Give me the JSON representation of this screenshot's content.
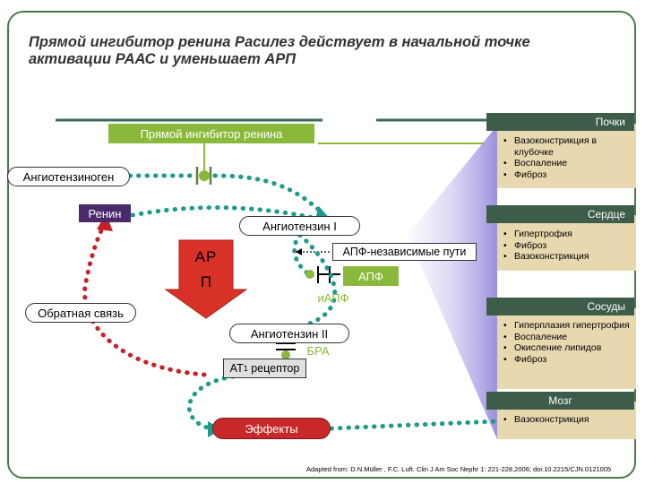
{
  "slide": {
    "title": "Прямой ингибитор ренина Расилез действует в начальной точке активации РААС и уменьшает АРП",
    "citation": "Adapted from: D.N.Müller , F.C. Luft. Clin J Am Soc Nephr 1: 221-228,2006; doi:10.2215/CJN.0121005"
  },
  "pathway": {
    "direct_inhibitor": "Прямой ингибитор ренина",
    "angiotensinogen": "Ангиотензиноген",
    "renin": "Ренин",
    "angiotensin1": "Ангиотензин I",
    "ace_independent": "АПФ-независимые пути",
    "ace": "АПФ",
    "ace_inhibitor": "иАПФ",
    "arp_line1": "АР",
    "arp_line2": "П",
    "feedback": "Обратная связь",
    "angiotensin2": "Ангиотензин II",
    "arb": "БРА",
    "at1_prefix": "AT",
    "at1_sub": "1",
    "at1_suffix": " рецептор",
    "effects": "Эффекты"
  },
  "organs": [
    {
      "name": "Почки",
      "effects": [
        "Вазоконстрикция в клубочке",
        "Воспаление",
        "Фиброз"
      ]
    },
    {
      "name": "Сердце",
      "effects": [
        "Гипертрофия",
        "Фиброз",
        "Вазоконстрикция"
      ]
    },
    {
      "name": "Сосуды",
      "effects": [
        "Гиперплазия гипертрофия",
        "Воспаление",
        "Окисление липидов",
        "Фиброз"
      ]
    },
    {
      "name": "Мозг",
      "effects": [
        "Вазоконстрикция"
      ]
    }
  ],
  "colors": {
    "frame": "#4a7a4a",
    "inhibitor_green": "#8ab83a",
    "renin_purple": "#4a2a6a",
    "dotted_teal": "#1e9a8a",
    "feedback_red": "#c8202a",
    "effects_red": "#c8282a",
    "organ_header": "#3d5c4a",
    "organ_body": "#e8d8b0"
  }
}
